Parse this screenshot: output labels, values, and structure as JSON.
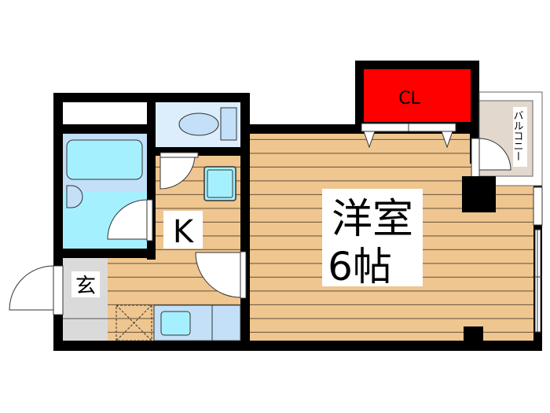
{
  "floorplan": {
    "rooms": {
      "western_room": {
        "label_line1": "洋室",
        "label_line2": "6帖"
      },
      "kitchen": {
        "label": "K"
      },
      "entrance": {
        "label": "玄"
      },
      "closet": {
        "label": "CL"
      },
      "balcony": {
        "label": "バルコニー"
      }
    },
    "colors": {
      "wall": "#000000",
      "wood_floor": "#EFC68F",
      "wood_line": "#7A6249",
      "closet": "#FF0000",
      "bath": "#A5F0FF",
      "bath_light": "#C3E0F8",
      "toilet_room": "#DCEEFB",
      "entrance": "#DADADA",
      "balcony": "#E2D8CE"
    }
  }
}
